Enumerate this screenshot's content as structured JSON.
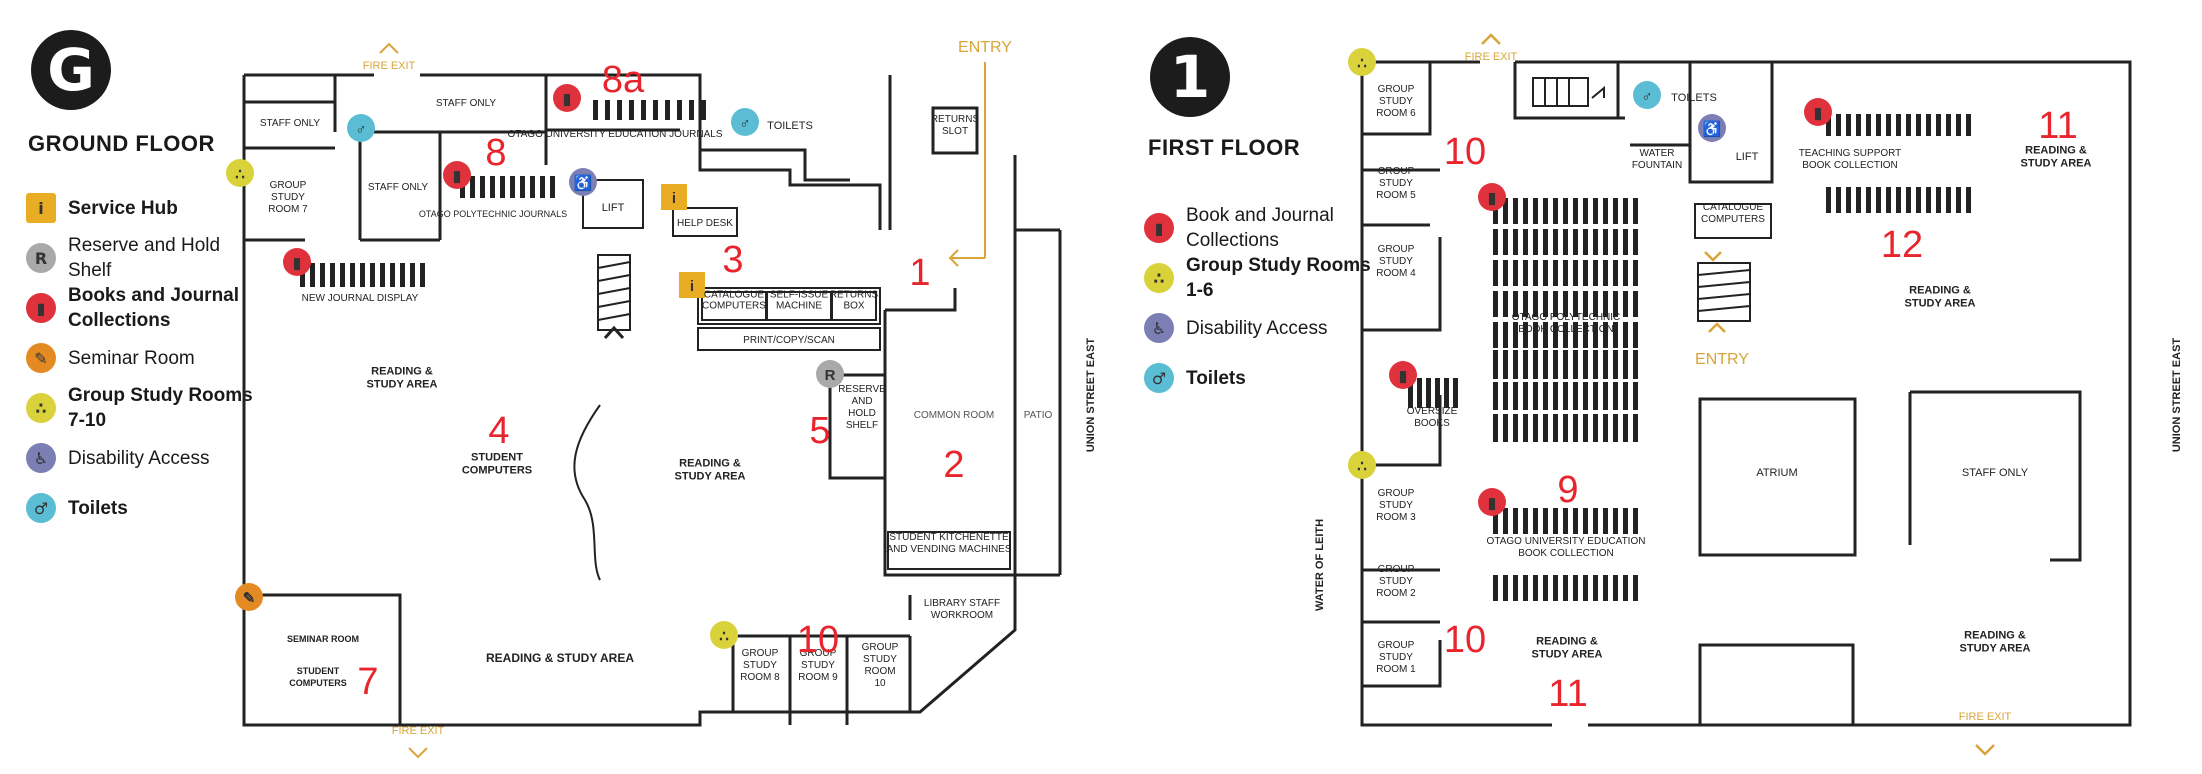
{
  "ground": {
    "badge": "G",
    "title": "GROUND FLOOR",
    "legend": [
      {
        "label": "Service Hub",
        "icon": "info-icon",
        "color": "#e9ad25",
        "bold": true
      },
      {
        "label": "Reserve and Hold Shelf",
        "icon": "reserve-icon",
        "color": "#a9a9a9",
        "bold": false
      },
      {
        "label": "Books and Journal Collections",
        "icon": "book-icon",
        "color": "#e0323d",
        "bold": true
      },
      {
        "label": "Seminar Room",
        "icon": "presenter-icon",
        "color": "#e38a22",
        "bold": false
      },
      {
        "label": "Group Study Rooms 7-10",
        "icon": "group-icon",
        "color": "#d9d23a",
        "bold": true
      },
      {
        "label": "Disability Access",
        "icon": "wheelchair-icon",
        "color": "#7b7fb4",
        "bold": false
      },
      {
        "label": "Toilets",
        "icon": "toilet-icon",
        "color": "#5bbdd3",
        "bold": true
      }
    ],
    "labels": {
      "fire_exit_top": "FIRE EXIT",
      "fire_exit_bottom": "FIRE EXIT",
      "entry": "ENTRY",
      "staff_only_1": "STAFF ONLY",
      "staff_only_2": "STAFF ONLY",
      "staff_only_3": "STAFF ONLY",
      "group_study_7": "GROUP STUDY ROOM 7",
      "otago_poly_journals": "OTAGO POLYTECHNIC JOURNALS",
      "otago_uni_journals": "OTAGO UNIVERSITY EDUCATION JOURNALS",
      "toilets": "TOILETS",
      "returns_slot": "RETURNS SLOT",
      "lift": "LIFT",
      "help_desk": "HELP DESK",
      "new_journal_display": "NEW JOURNAL DISPLAY",
      "catalogue_computers": "CATALOGUE COMPUTERS",
      "self_issue": "SELF-ISSUE MACHINE",
      "returns_box": "RETURNS BOX",
      "print_copy_scan": "PRINT/COPY/SCAN",
      "reading_study_1": "READING & STUDY AREA",
      "student_computers": "STUDENT COMPUTERS",
      "reading_study_2": "READING & STUDY AREA",
      "reserve_hold": "RESERVE AND HOLD SHELF",
      "common_room": "COMMON ROOM",
      "patio": "PATIO",
      "union_street": "UNION STREET EAST",
      "kitchenette": "STUDENT KITCHENETTE AND VENDING MACHINES",
      "library_staff": "LIBRARY STAFF WORKROOM",
      "seminar_room": "SEMINAR ROOM",
      "seminar_computers": "STUDENT COMPUTERS",
      "reading_study_3": "READING & STUDY AREA",
      "group_study_8": "GROUP STUDY ROOM 8",
      "group_study_9": "GROUP STUDY ROOM 9",
      "group_study_10": "GROUP STUDY ROOM 10"
    },
    "numbers": {
      "n1": "1",
      "n2": "2",
      "n3": "3",
      "n4": "4",
      "n5": "5",
      "n7": "7",
      "n8": "8",
      "n8a": "8a",
      "n10": "10"
    }
  },
  "first": {
    "badge": "1",
    "title": "FIRST FLOOR",
    "legend": [
      {
        "label": "Book and Journal Collections",
        "icon": "book-icon",
        "color": "#e0323d",
        "bold": false
      },
      {
        "label": "Group Study Rooms 1-6",
        "icon": "group-icon",
        "color": "#d9d23a",
        "bold": true
      },
      {
        "label": "Disability Access",
        "icon": "wheelchair-icon",
        "color": "#7b7fb4",
        "bold": false
      },
      {
        "label": "Toilets",
        "icon": "toilet-icon",
        "color": "#5bbdd3",
        "bold": true
      }
    ],
    "labels": {
      "fire_exit_top": "FIRE EXIT",
      "fire_exit_bottom": "FIRE EXIT",
      "entry": "ENTRY",
      "group_study_6": "GROUP STUDY ROOM 6",
      "group_study_5": "GROUP STUDY ROOM 5",
      "group_study_4": "GROUP STUDY ROOM 4",
      "group_study_3": "GROUP STUDY ROOM 3",
      "group_study_2": "GROUP STUDY ROOM 2",
      "group_study_1": "GROUP STUDY ROOM 1",
      "toilets": "TOILETS",
      "water_fountain": "WATER FOUNTAIN",
      "lift": "LIFT",
      "catalogue_computers": "CATALOGUE COMPUTERS",
      "teaching_support": "TEACHING SUPPORT BOOK COLLECTION",
      "reading_study_ne": "READING & STUDY AREA",
      "reading_study_e": "READING & STUDY AREA",
      "otago_poly_books": "OTAGO POLYTECHNIC BOOK COLLECTION",
      "oversize_books": "OVERSIZE BOOKS",
      "otago_uni_books": "OTAGO UNIVERSITY EDUCATION BOOK COLLECTION",
      "atrium": "ATRIUM",
      "staff_only": "STAFF ONLY",
      "water_of_leith": "WATER OF LEITH",
      "union_street": "UNION STREET EAST",
      "reading_study_s": "READING & STUDY AREA",
      "reading_study_se": "READING & STUDY AREA"
    },
    "numbers": {
      "n9": "9",
      "n10a": "10",
      "n10b": "10",
      "n11a": "11",
      "n11b": "11",
      "n12": "12"
    }
  },
  "colors": {
    "accent_orange": "#d9a43a",
    "number_red": "#e8252d",
    "wall": "#222222"
  }
}
